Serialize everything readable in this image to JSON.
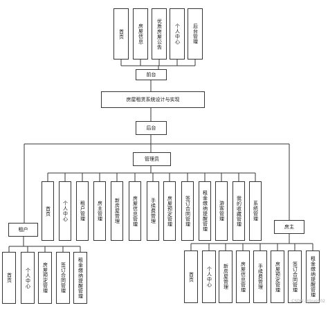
{
  "front_modules": [
    "首页",
    "房屋信息",
    "优质房屋公告",
    "个人中心",
    "后台管理"
  ],
  "front_label": "前台",
  "root_label": "房屋租赁系统设计与实现",
  "back_label": "后台",
  "admin_label": "管理员",
  "admin_modules": [
    "首页",
    "个人中心",
    "租户管理",
    "房主管理",
    "新房屋管理",
    "房屋信息管理",
    "手续费管理",
    "房屋预定管理",
    "签订合同管理",
    "租金缴纳提醒管理",
    "游客管理",
    "我的收藏管理",
    "系统管理"
  ],
  "tenant_label": "租户",
  "tenant_modules": [
    "首页",
    "个人中心",
    "房屋预定管理",
    "签订合同管理",
    "租金缴纳提醒管理"
  ],
  "owner_label": "房主",
  "owner_modules": [
    "首页",
    "个人中心",
    "新房屋管理",
    "房屋信息管理",
    "手续费管理",
    "房屋预定管理",
    "签订合同管理",
    "租金缴纳提醒管理"
  ],
  "watermark": "CSDN @jinxin02"
}
